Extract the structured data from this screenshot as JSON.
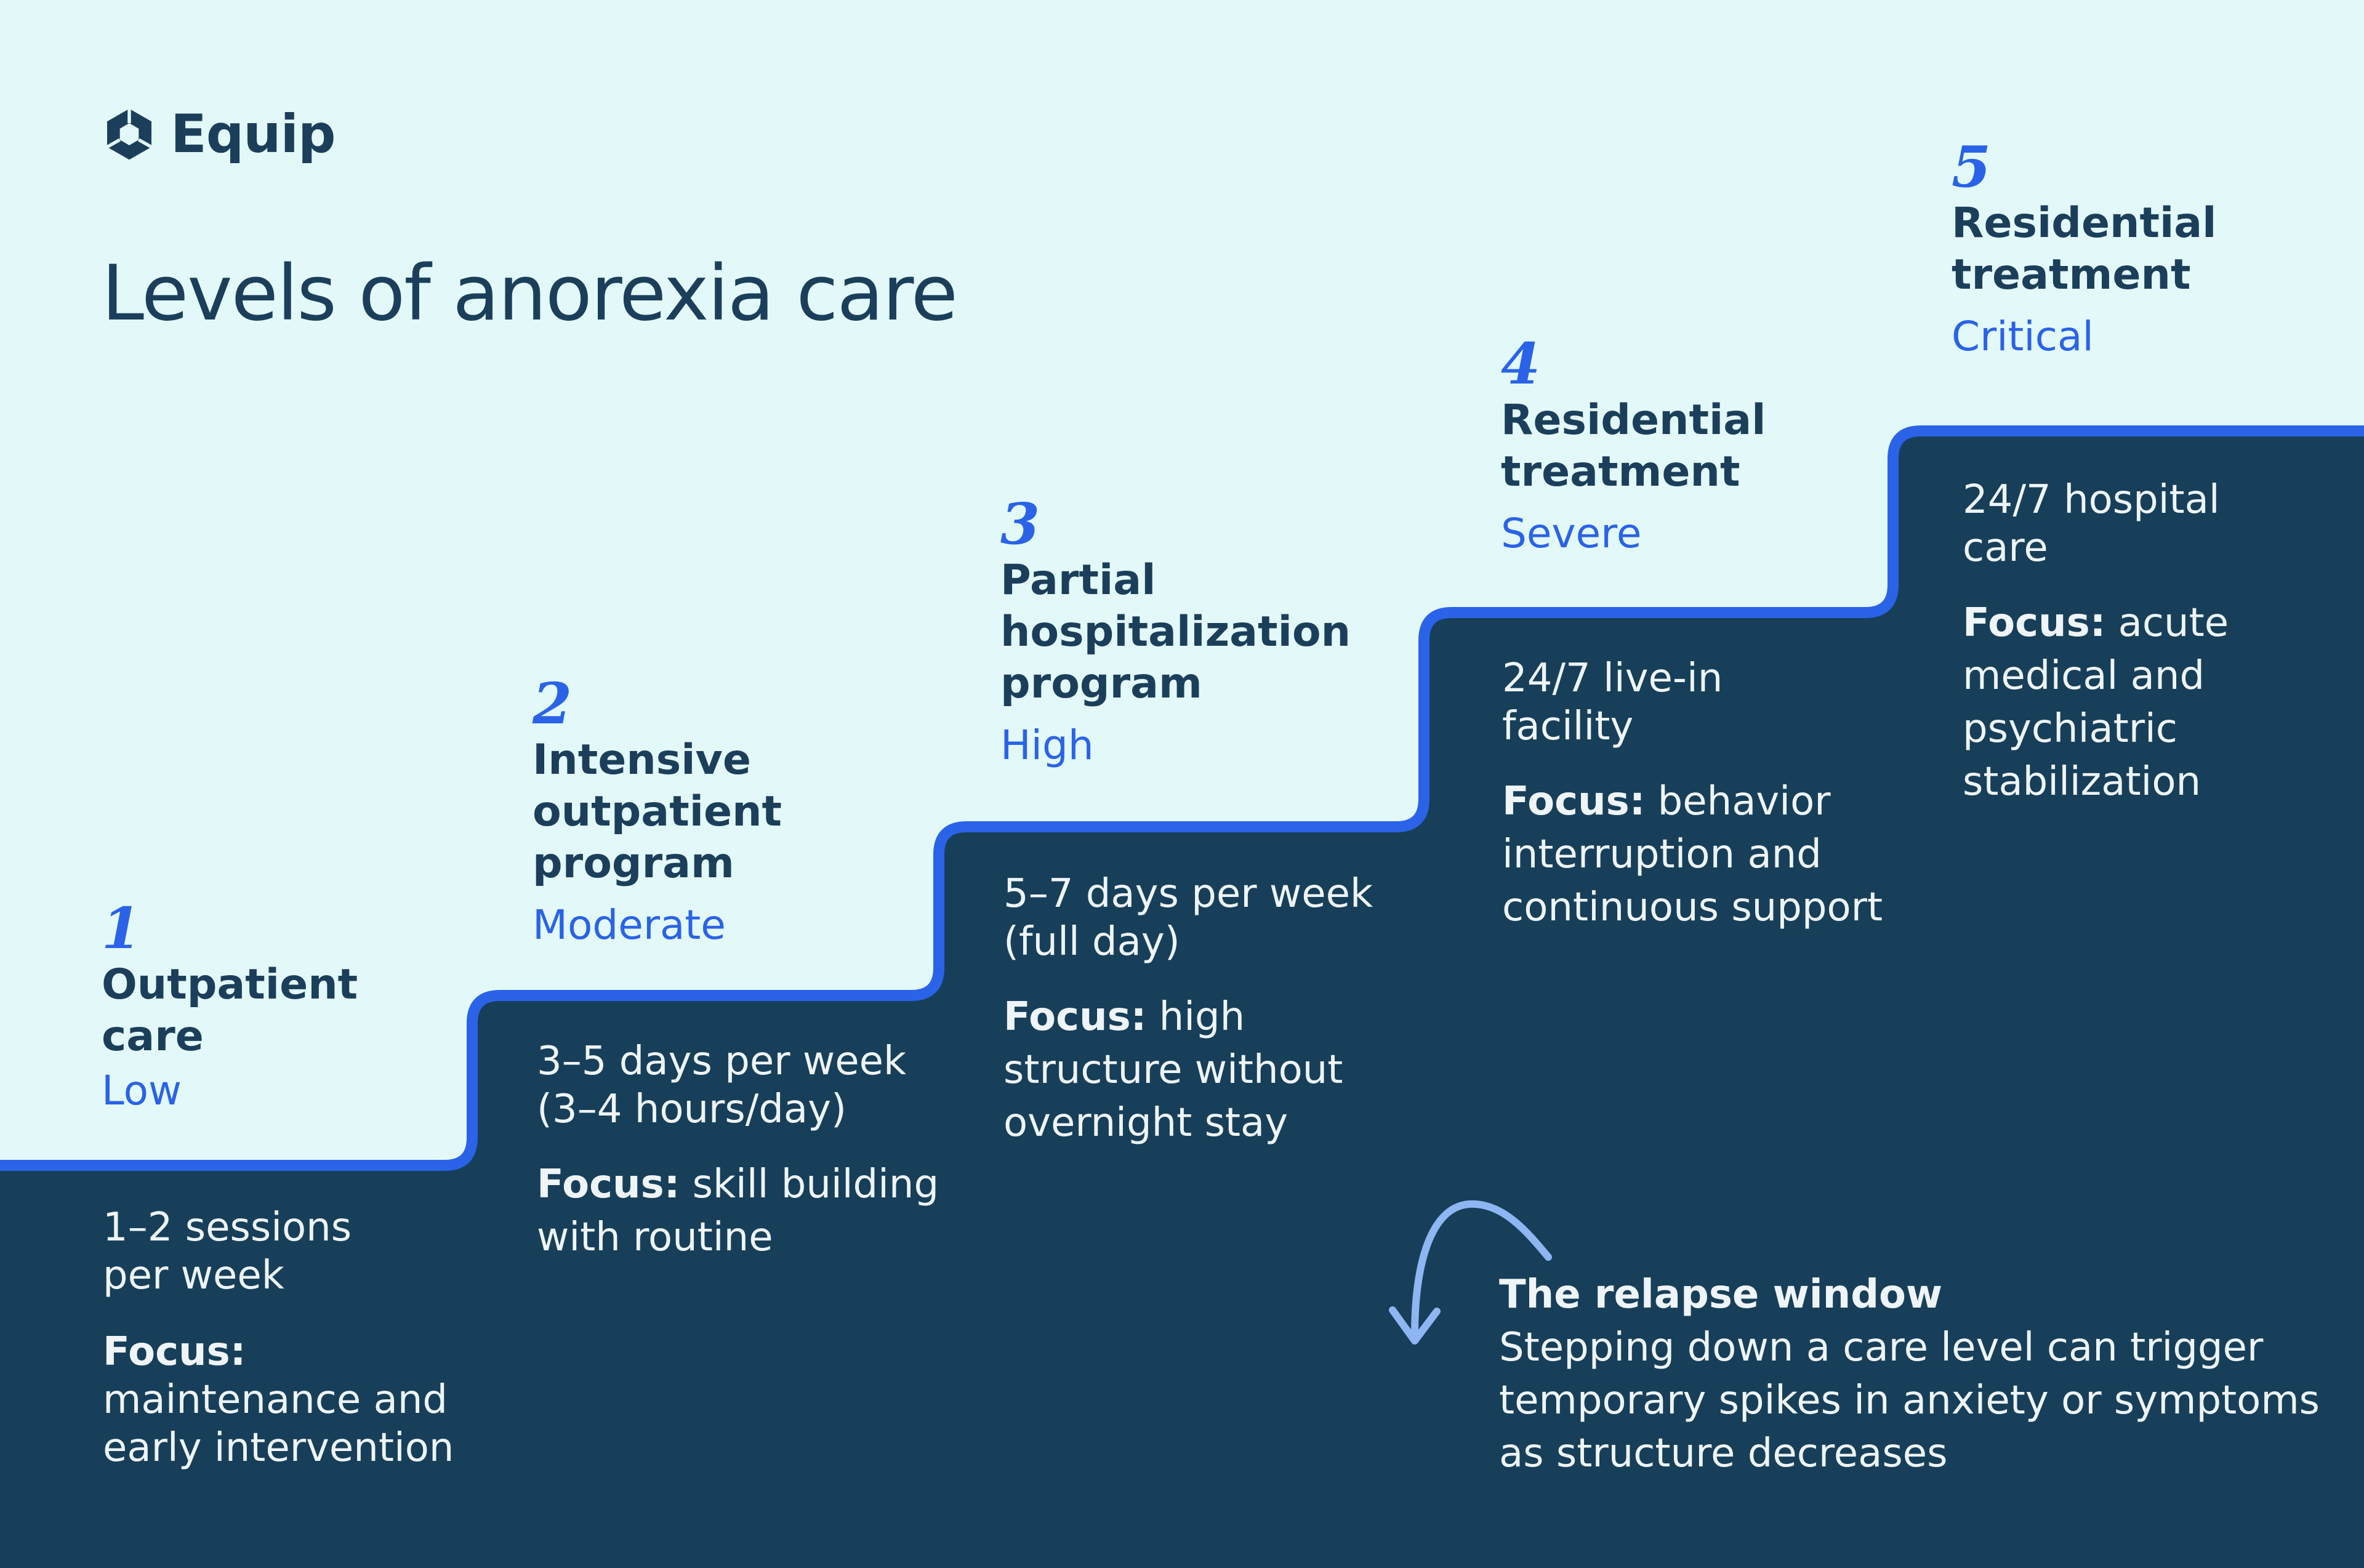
{
  "brand": {
    "name": "Equip",
    "logo_icon": "equip-hexagon-logo-icon"
  },
  "title": "Levels of anorexia care",
  "colors": {
    "background": "#e3f9f9",
    "stairs": "#173f5a",
    "stair_edge": "#2a63e8",
    "accent": "#2a63e8",
    "heading": "#1b3f5b",
    "body_text": "#eef4f7"
  },
  "focus_label": "Focus:",
  "levels": [
    {
      "number": "1",
      "name": "Outpatient care",
      "severity": "Low",
      "frequency": "1–2 sessions per week",
      "focus": "maintenance and early intervention"
    },
    {
      "number": "2",
      "name": "Intensive outpatient program",
      "severity": "Moderate",
      "frequency": "3–5 days per week (3–4 hours/day)",
      "focus": "skill building with routine"
    },
    {
      "number": "3",
      "name": "Partial hospitalization program",
      "severity": "High",
      "frequency": "5–7 days per week (full day)",
      "focus": "high structure without overnight stay"
    },
    {
      "number": "4",
      "name": "Residential treatment",
      "severity": "Severe",
      "frequency": "24/7 live-in facility",
      "focus": "behavior interruption and continuous support"
    },
    {
      "number": "5",
      "name": "Residential treatment",
      "severity": "Critical",
      "frequency": "24/7 hospital care",
      "focus": "acute medical and psychiatric stabilization"
    }
  ],
  "relapse": {
    "title": "The relapse window",
    "text": "Stepping down a care level can trigger temporary spikes in anxiety or symptoms as structure decreases",
    "icon": "curved-arrow-down-icon"
  }
}
